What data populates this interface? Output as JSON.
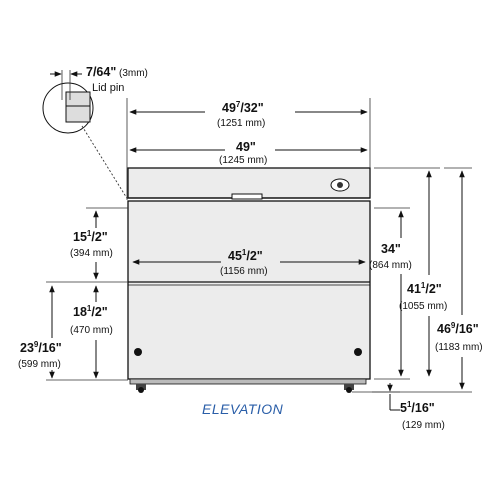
{
  "view_label": "ELEVATION",
  "lid_pin": {
    "dim_whole": "7/64\"",
    "dim_metric": "(3mm)",
    "label": "Lid pin"
  },
  "dimensions": {
    "overall_width": {
      "whole": "49",
      "sup": "7",
      "den": "/32\"",
      "metric": "(1251 mm)"
    },
    "body_width": {
      "whole": "49\"",
      "metric": "(1245 mm)"
    },
    "door_width": {
      "whole": "45",
      "sup": "1",
      "den": "/2\"",
      "metric": "(1156 mm)"
    },
    "upper_panel": {
      "whole": "15",
      "sup": "1",
      "den": "/2\"",
      "metric": "(394 mm)"
    },
    "lower_panel": {
      "whole": "18",
      "sup": "1",
      "den": "/2\"",
      "metric": "(470 mm)"
    },
    "floor_to_door": {
      "whole": "23",
      "sup": "9",
      "den": "/16\"",
      "metric": "(599 mm)"
    },
    "door_height": {
      "whole": "34\"",
      "metric": "(864 mm)"
    },
    "body_height": {
      "whole": "41",
      "sup": "1",
      "den": "/2\"",
      "metric": "(1055 mm)"
    },
    "overall_height": {
      "whole": "46",
      "sup": "9",
      "den": "/16\"",
      "metric": "(1183 mm)"
    },
    "caster_height": {
      "whole": "5",
      "sup": "1",
      "den": "/16\"",
      "metric": "(129 mm)"
    }
  },
  "colors": {
    "cabinet_fill": "#ececec",
    "line": "#111111",
    "elevation_label": "#2a5ea8"
  }
}
